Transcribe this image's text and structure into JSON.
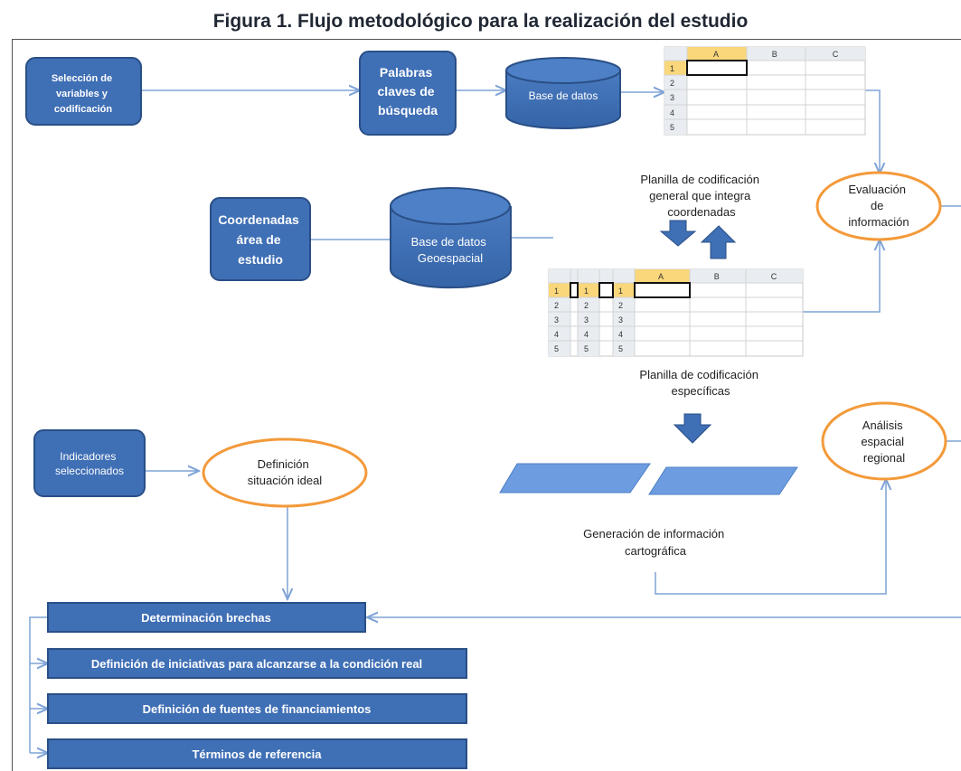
{
  "title": "Figura 1. Flujo metodológico para la realización del estudio",
  "boxes": {
    "seleccion": [
      "Selección de",
      "variables y",
      "codificación"
    ],
    "palabras": [
      "Palabras",
      "claves de",
      "búsqueda"
    ],
    "coordenadas": [
      "Coordenadas",
      "área de",
      "estudio"
    ],
    "indicadores": [
      "Indicadores",
      "seleccionados"
    ]
  },
  "cylinders": {
    "base_datos": [
      "Base de datos"
    ],
    "base_geo": [
      "Base de datos",
      "Geoespacial"
    ]
  },
  "ellipses": {
    "evaluacion": [
      "Evaluación",
      "de",
      "información"
    ],
    "analisis": [
      "Análisis",
      "espacial",
      "regional"
    ],
    "definicion": [
      "Definición",
      "situación ideal"
    ]
  },
  "labels": {
    "planilla_general": [
      "Planilla de codificación",
      "general que integra",
      "coordenadas"
    ],
    "planilla_especificas": [
      "Planilla de codificación",
      "específicas"
    ],
    "generacion": [
      "Generación de información",
      "cartográfica"
    ]
  },
  "bars": [
    "Determinación brechas",
    "Definición de iniciativas para alcanzarse a la condición real",
    "Definición de fuentes de financiamientos",
    "Términos de referencia"
  ],
  "spreadsheet": {
    "columns": [
      "A",
      "B",
      "C"
    ],
    "rows": [
      "1",
      "2",
      "3",
      "4",
      "5"
    ]
  },
  "colors": {
    "box_fill": "#3f6fb5",
    "box_stroke": "#2a4f86",
    "ellipse_stroke": "#f39a3a",
    "line": "#7ea3d6",
    "highlight": "#f9d77a"
  }
}
